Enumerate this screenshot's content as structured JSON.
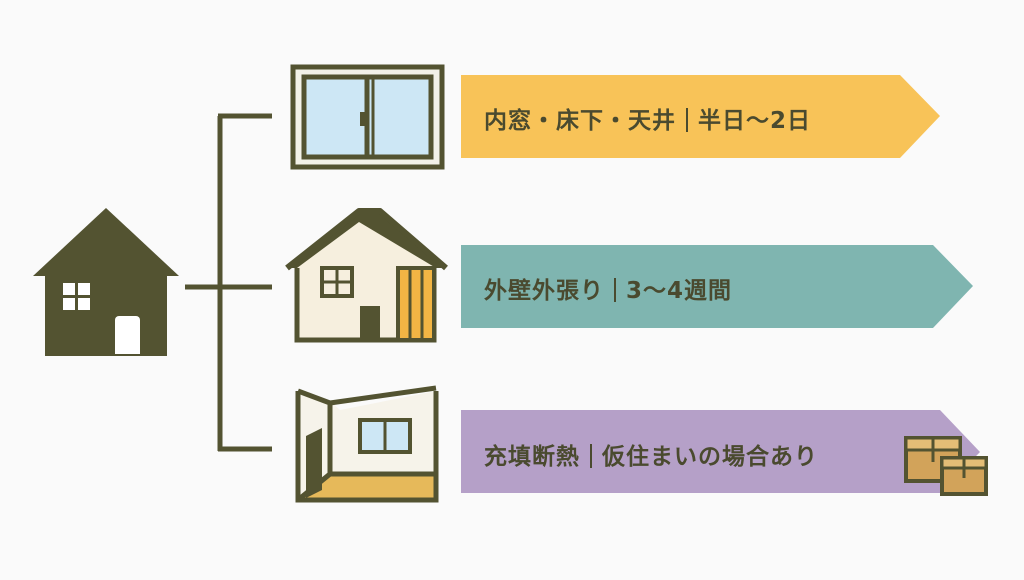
{
  "colors": {
    "dark": "#535331",
    "banner_yellow": "#f8c358",
    "banner_teal": "#7fb5b0",
    "banner_purple": "#b5a0c8",
    "window_glass": "#cde7f5",
    "house_wall": "#f6efde",
    "insulation": "#f2b544",
    "floor": "#e6b95a",
    "box": "#d2a35a",
    "text": "#4a4a2f"
  },
  "icons": {
    "main": "house-icon",
    "row1": "window-icon",
    "row2": "house-with-insulated-wall-icon",
    "row3": "room-interior-icon",
    "extra": "moving-boxes-icon"
  },
  "rows": [
    {
      "title": "内窓・床下・天井",
      "duration": "半日〜2日"
    },
    {
      "title": "外壁外張り",
      "duration": "3〜4週間"
    },
    {
      "title": "充填断熱",
      "duration": "仮住まいの場合あり"
    }
  ]
}
